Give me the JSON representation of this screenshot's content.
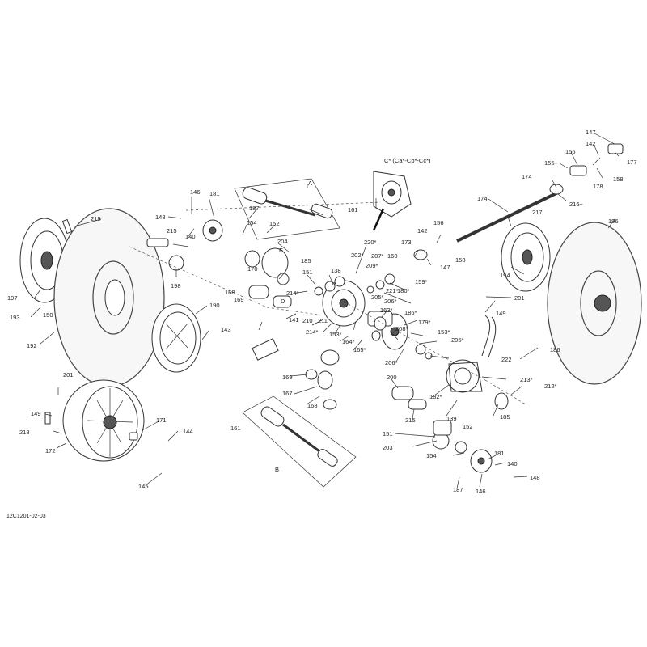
{
  "diagram": {
    "figure_code": "12C1201-02-03",
    "group_labels": {
      "a": "A",
      "b": "B",
      "c": "C* (Ca*-Cb*-Cc*)",
      "d": "D",
      "e": "E"
    },
    "labels": [
      "147",
      "142",
      "156",
      "155+",
      "158",
      "177",
      "178",
      "174",
      "216+",
      "174",
      "217",
      "156",
      "142",
      "147",
      "158",
      "173",
      "196",
      "194",
      "201",
      "149",
      "222",
      "186",
      "213*",
      "212*",
      "185",
      "182*",
      "139",
      "220*",
      "202*",
      "207*",
      "160",
      "209*",
      "221*",
      "180*",
      "159*",
      "205*",
      "206*",
      "163*",
      "186*",
      "208*",
      "179*",
      "153*",
      "205*",
      "206*",
      "165*",
      "164*",
      "153*",
      "214*",
      "211",
      "210",
      "141",
      "185",
      "138",
      "151",
      "214*",
      "146",
      "181",
      "187",
      "161",
      "148",
      "215",
      "140",
      "154",
      "152",
      "204",
      "170",
      "168",
      "169",
      "198",
      "219",
      "197",
      "193",
      "150",
      "192",
      "190",
      "143",
      "201",
      "149",
      "218",
      "172",
      "171",
      "144",
      "145",
      "169",
      "167",
      "168",
      "200",
      "215",
      "161",
      "151",
      "203",
      "152",
      "154",
      "181",
      "187",
      "146",
      "140",
      "148"
    ]
  }
}
